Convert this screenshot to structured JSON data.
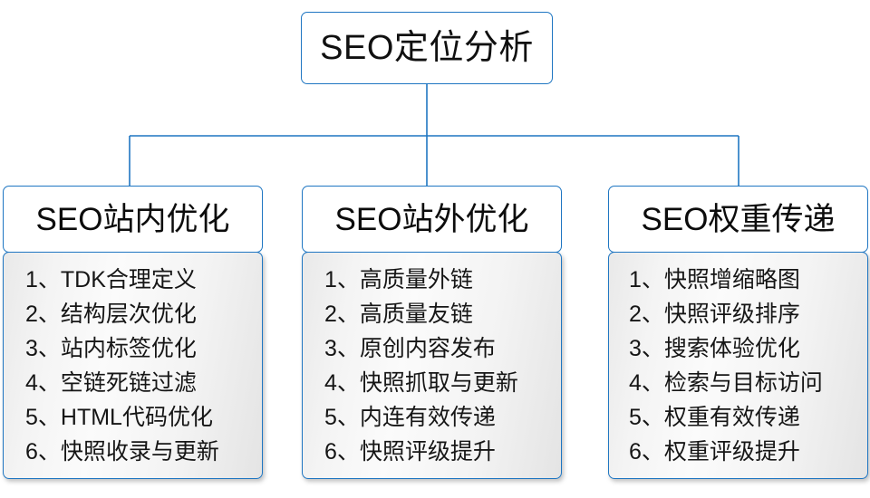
{
  "diagram": {
    "type": "org-chart",
    "accent_color": "#1f76c2",
    "text_color": "#111111",
    "panel_fill": "#f2f2f2",
    "root": {
      "title": "SEO定位分析"
    },
    "branches": [
      {
        "title": "SEO站内优化",
        "items": [
          "1、TDK合理定义",
          "2、结构层次优化",
          "3、站内标签优化",
          "4、空链死链过滤",
          "5、HTML代码优化",
          "6、快照收录与更新"
        ]
      },
      {
        "title": "SEO站外优化",
        "items": [
          "1、高质量外链",
          "2、高质量友链",
          "3、原创内容发布",
          "4、快照抓取与更新",
          "5、内连有效传递",
          "6、快照评级提升"
        ]
      },
      {
        "title": "SEO权重传递",
        "items": [
          "1、快照增缩略图",
          "2、快照评级排序",
          "3、搜索体验优化",
          "4、检索与目标访问",
          "5、权重有效传递",
          "6、权重评级提升"
        ]
      }
    ]
  }
}
